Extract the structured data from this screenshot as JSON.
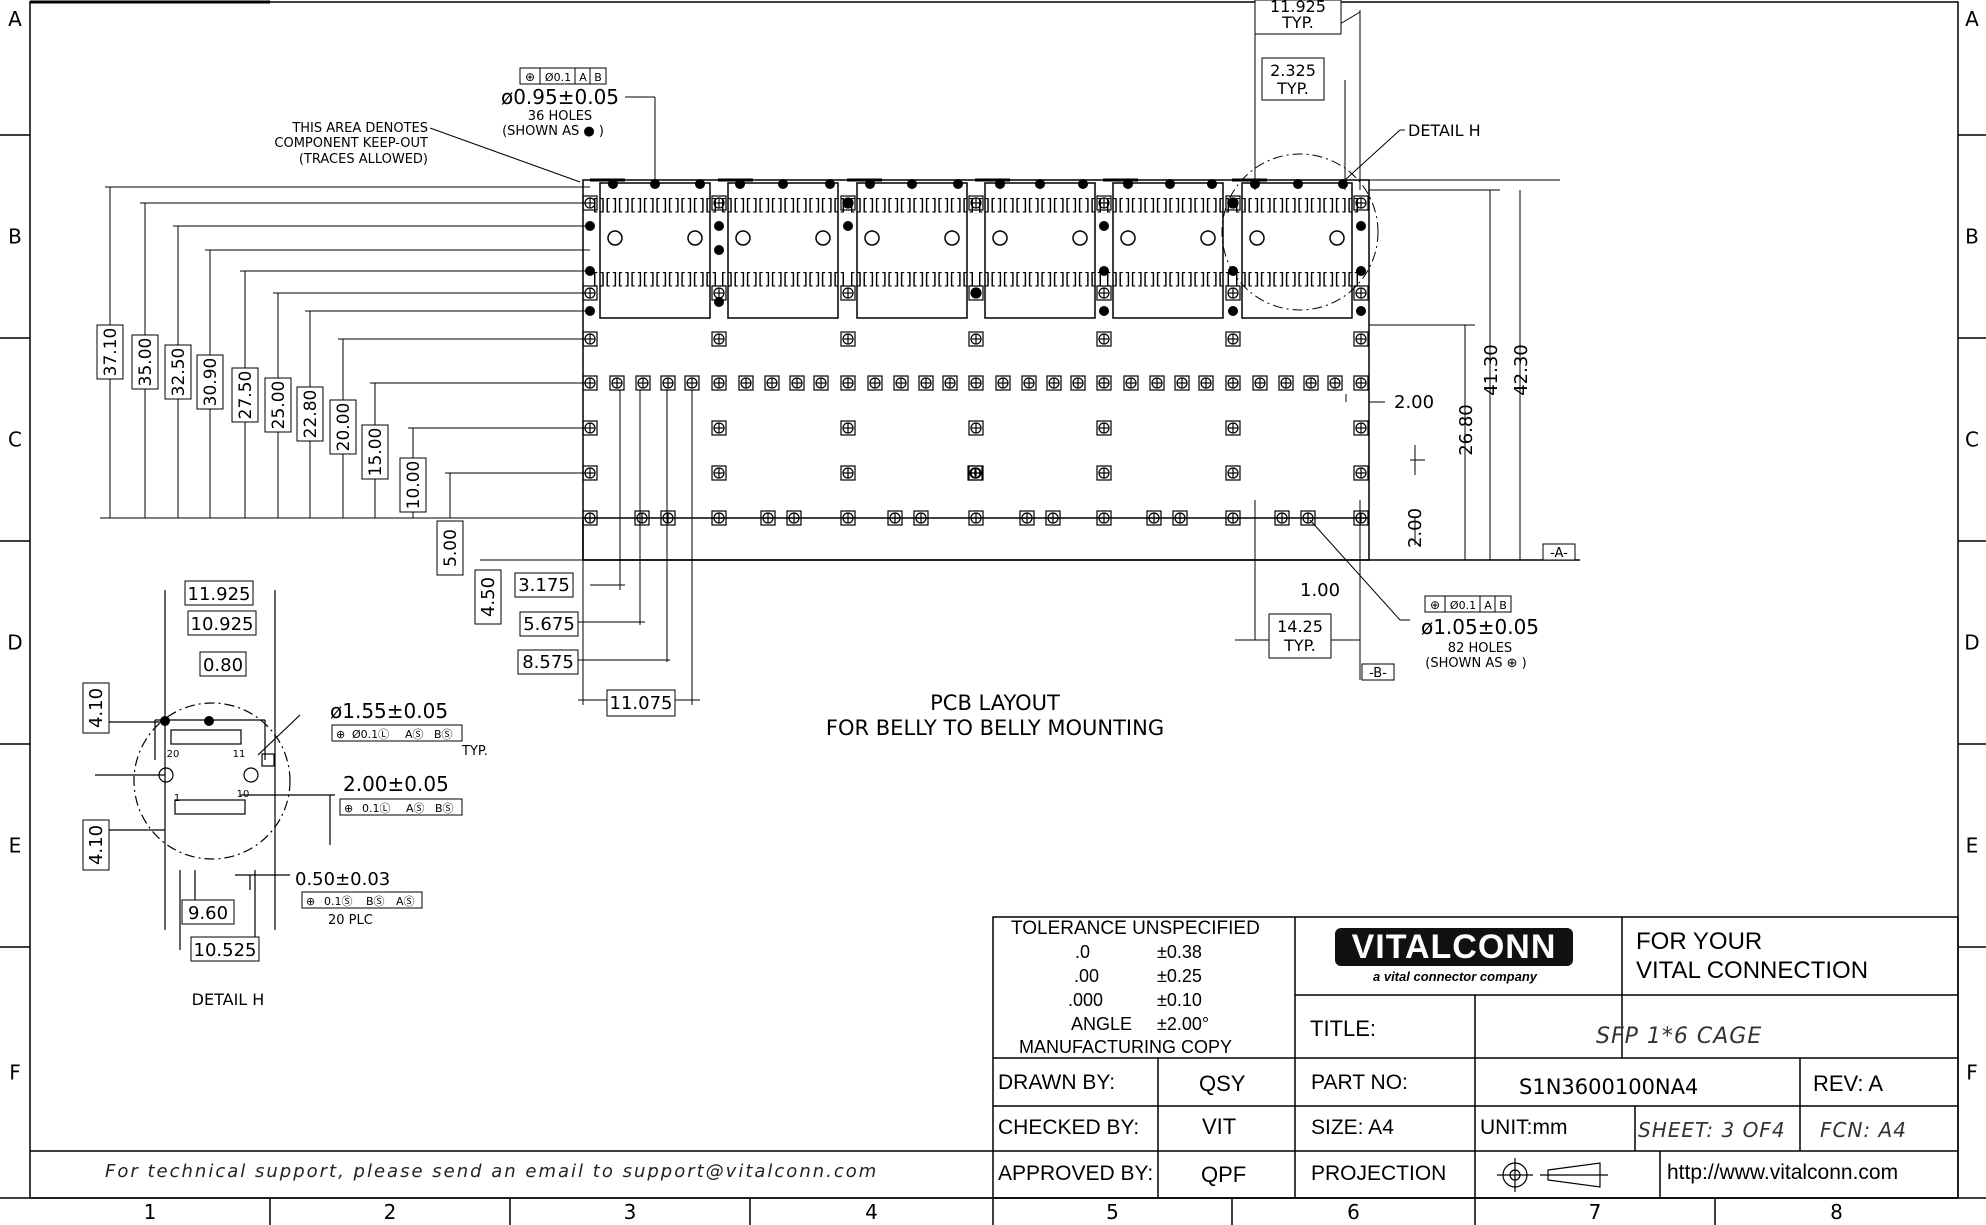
{
  "drawing": {
    "grid": {
      "rows": [
        "A",
        "B",
        "C",
        "D",
        "E",
        "F"
      ],
      "columns": [
        "1",
        "2",
        "3",
        "4",
        "5",
        "6",
        "7",
        "8"
      ]
    },
    "pcb_layout": {
      "title_line1": "PCB LAYOUT",
      "title_line2": "FOR BELLY TO BELLY MOUNTING",
      "keepout_note": [
        "THIS AREA DENOTES",
        "COMPONENT KEEP-OUT",
        "(TRACES ALLOWED)"
      ],
      "hole_callout_small": {
        "fcf": [
          "Ø0.1",
          "A",
          "B"
        ],
        "diameter": "ø0.95±0.05",
        "count": "36 HOLES",
        "shown_as": "(SHOWN AS ● )"
      },
      "hole_callout_large": {
        "fcf": [
          "Ø0.1",
          "A",
          "B"
        ],
        "diameter": "ø1.05±0.05",
        "count": "82 HOLES",
        "shown_as": "(SHOWN AS ⊕ )"
      },
      "detail_ref": "DETAIL H",
      "datum_a": "-A-",
      "datum_b": "-B-",
      "connector_label": "[][][][][][][][][][]",
      "left_dimensions": [
        "37.10",
        "35.00",
        "32.50",
        "30.90",
        "27.50",
        "25.00",
        "22.80",
        "20.00",
        "15.00",
        "10.00",
        "5.00"
      ],
      "bottom_dimensions": [
        "4.50",
        "3.175",
        "5.675",
        "8.575",
        "11.075"
      ],
      "right_dimensions": [
        "2.00",
        "26.80",
        "41.30",
        "42.30",
        "2.00",
        "1.00"
      ],
      "top_dimensions": [
        {
          "value": "11.925",
          "note": "TYP."
        },
        {
          "value": "2.325",
          "note": "TYP."
        }
      ],
      "pitch_dimension": {
        "value": "14.25",
        "note": "TYP."
      }
    },
    "detail_h": {
      "label": "DETAIL H",
      "dims_top": [
        "11.925",
        "10.925",
        "0.80"
      ],
      "dims_left": [
        "4.10",
        "4.10"
      ],
      "dims_bottom": [
        "9.60",
        "10.525"
      ],
      "pin_numbers": [
        "20",
        "11",
        "1",
        "10"
      ],
      "callout1": {
        "diameter": "ø1.55±0.05",
        "fcf": [
          "Ø0.1Ⓛ",
          "AⓈ",
          "BⓈ"
        ],
        "note": "TYP."
      },
      "callout2": {
        "size": "2.00±0.05",
        "fcf": [
          "0.1Ⓛ",
          "AⓈ",
          "BⓈ"
        ]
      },
      "callout3": {
        "size": "0.50±0.03",
        "fcf": [
          "0.1Ⓢ",
          "BⓈ",
          "AⓈ"
        ],
        "note": "20 PLC"
      }
    }
  },
  "title_block": {
    "tolerance": {
      "heading": "TOLERANCE UNSPECIFIED",
      "rows": [
        {
          "label": ".0",
          "value": "±0.38"
        },
        {
          "label": ".00",
          "value": "±0.25"
        },
        {
          "label": ".000",
          "value": "±0.10"
        },
        {
          "label": "ANGLE",
          "value": "±2.00°"
        }
      ],
      "footer": "MANUFACTURING COPY"
    },
    "logo": {
      "name": "VITALCONN",
      "tagline": "a vital connector company"
    },
    "slogan": [
      "FOR YOUR",
      "VITAL CONNECTION"
    ],
    "title_label": "TITLE:",
    "title_value": "SFP 1*6 CAGE",
    "drawn_by_label": "DRAWN BY:",
    "drawn_by": "QSY",
    "checked_by_label": "CHECKED BY:",
    "checked_by": "VIT",
    "approved_by_label": "APPROVED BY:",
    "approved_by": "QPF",
    "part_no_label": "PART NO:",
    "part_no": "S1N3600100NA4",
    "rev": "REV: A",
    "size": "SIZE: A4",
    "unit": "UNIT:mm",
    "sheet": "SHEET: 3 OF4",
    "fcn": "FCN: A4",
    "projection_label": "PROJECTION",
    "website": "http://www.vitalconn.com"
  },
  "support_note": "For technical support, please send an email to support@vitalconn.com"
}
